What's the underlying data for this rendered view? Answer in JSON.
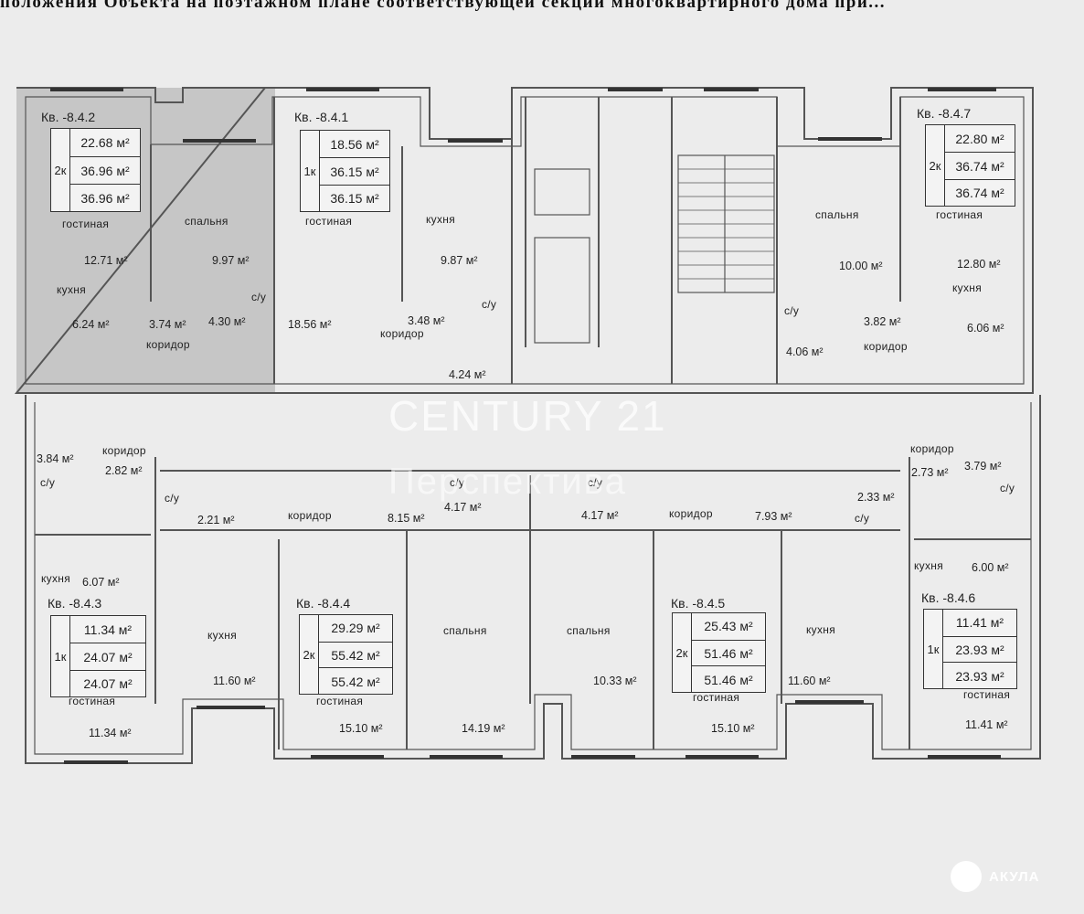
{
  "header": {
    "text": "положения Объекта на поэтажном плане соответствующей секции многоквартирного дома при..."
  },
  "watermark": {
    "line1": "CENTURY 21",
    "line2": "Перспектива"
  },
  "logo": {
    "text": "АКУЛА"
  },
  "apartments": [
    {
      "id": "842",
      "label": "Кв. -8.4.2",
      "rooms": "2к",
      "areas": [
        "22.68 м²",
        "36.96 м²",
        "36.96 м²"
      ]
    },
    {
      "id": "841",
      "label": "Кв. -8.4.1",
      "rooms": "1к",
      "areas": [
        "18.56 м²",
        "36.15 м²",
        "36.15 м²"
      ]
    },
    {
      "id": "847",
      "label": "Кв. -8.4.7",
      "rooms": "2к",
      "areas": [
        "22.80 м²",
        "36.74 м²",
        "36.74 м²"
      ]
    },
    {
      "id": "843",
      "label": "Кв. -8.4.3",
      "rooms": "1к",
      "areas": [
        "11.34 м²",
        "24.07 м²",
        "24.07 м²"
      ]
    },
    {
      "id": "844",
      "label": "Кв. -8.4.4",
      "rooms": "2к",
      "areas": [
        "29.29 м²",
        "55.42 м²",
        "55.42 м²"
      ]
    },
    {
      "id": "845",
      "label": "Кв. -8.4.5",
      "rooms": "2к",
      "areas": [
        "25.43 м²",
        "51.46 м²",
        "51.46 м²"
      ]
    },
    {
      "id": "846",
      "label": "Кв. -8.4.6",
      "rooms": "1к",
      "areas": [
        "11.41 м²",
        "23.93 м²",
        "23.93 м²"
      ]
    }
  ],
  "labels": [
    "гостиная",
    "12.71 м²",
    "спальня",
    "9.97 м²",
    "кухня",
    "6.24 м²",
    "3.74 м²",
    "4.30 м²",
    "коридор",
    "с/у",
    "гостиная",
    "кухня",
    "9.87 м²",
    "18.56 м²",
    "3.48 м²",
    "коридор",
    "с/у",
    "4.24 м²",
    "спальня",
    "10.00 м²",
    "гостиная",
    "12.80 м²",
    "кухня",
    "с/у",
    "3.82 м²",
    "6.06 м²",
    "4.06 м²",
    "коридор",
    "3.84 м²",
    "коридор",
    "2.82 м²",
    "с/у",
    "с/у",
    "2.21 м²",
    "коридор",
    "8.15 м²",
    "с/у",
    "4.17 м²",
    "с/у",
    "4.17 м²",
    "коридор",
    "7.93 м²",
    "2.33 м²",
    "с/у",
    "коридор",
    "2.73 м²",
    "3.79 м²",
    "с/у",
    "кухня",
    "6.07 м²",
    "кухня",
    "6.00 м²",
    "кухня",
    "11.60 м²",
    "гостиная",
    "11.34 м²",
    "гостиная",
    "15.10 м²",
    "спальня",
    "14.19 м²",
    "спальня",
    "10.33 м²",
    "гостиная",
    "15.10 м²",
    "кухня",
    "11.60 м²",
    "гостиная",
    "11.41 м²"
  ]
}
